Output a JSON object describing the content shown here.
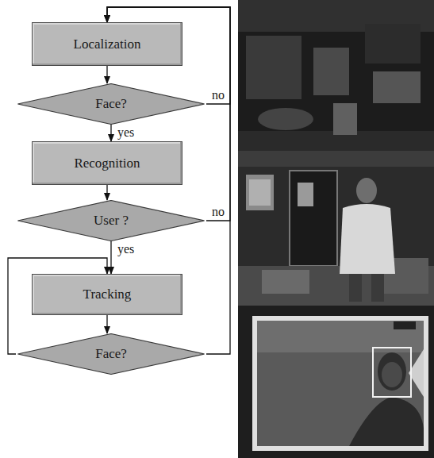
{
  "diagram": {
    "nodes": [
      {
        "text": [
          "Localization"
        ]
      },
      {
        "text": [
          "Face?"
        ]
      },
      {
        "text": [
          "Recognition"
        ]
      },
      {
        "text": [
          "User ?"
        ]
      },
      {
        "text": [
          "Tracking"
        ]
      },
      {
        "text": [
          "Face?"
        ]
      }
    ],
    "edges": [
      {
        "from": 0,
        "to": 1,
        "arrow": "to"
      },
      {
        "from": 1,
        "to": 2,
        "label": "yes",
        "arrow": "to"
      },
      {
        "from": 1,
        "to": 0,
        "label": "no",
        "arrow": "to"
      },
      {
        "from": 2,
        "to": 3,
        "arrow": "to"
      },
      {
        "from": 3,
        "to": 4,
        "label": "yes",
        "arrow": "to"
      },
      {
        "from": 3,
        "to": 0,
        "label": "no",
        "arrow": "to"
      },
      {
        "from": 4,
        "to": 5,
        "arrow": "to"
      },
      {
        "from": 5,
        "to": 4,
        "arrow": "to"
      },
      {
        "from": 5,
        "to": 0,
        "arrow": "to"
      }
    ]
  }
}
